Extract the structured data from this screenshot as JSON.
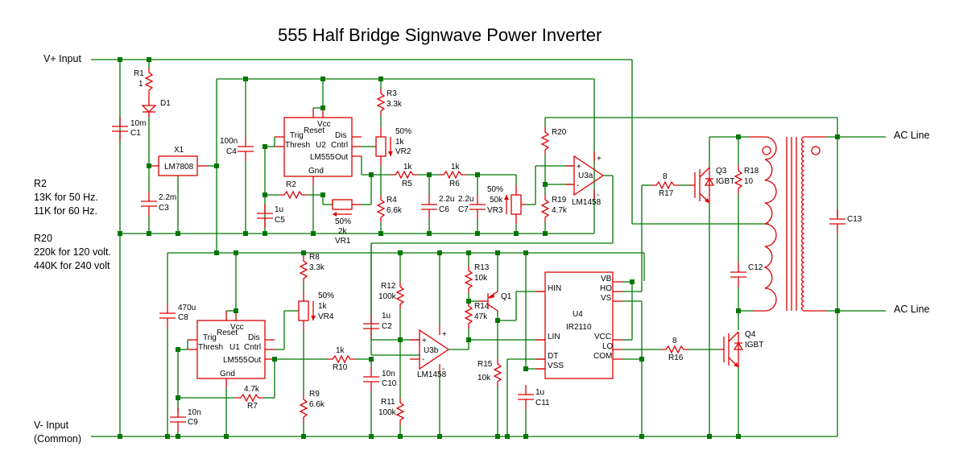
{
  "title": "555 Half Bridge Signwave Power Inverter",
  "terminals": {
    "vplus": "V+ Input",
    "vminus_1": "V- Input",
    "vminus_2": "(Common)",
    "ac_line_top": "AC Line",
    "ac_line_bottom": "AC Line"
  },
  "notes": {
    "r2_title": "R2",
    "r2_line1": "13K for 50 Hz.",
    "r2_line2": "11K for 60 Hz.",
    "r20_title": "R20",
    "r20_line1": "220k for 120 volt.",
    "r20_line2": "440K for 240 volt"
  },
  "components": {
    "R1": {
      "ref": "R1",
      "value": "1"
    },
    "D1": {
      "ref": "D1"
    },
    "C1": {
      "ref": "C1",
      "value": "10m"
    },
    "X1": {
      "ref": "X1",
      "value": "LM7808"
    },
    "C3": {
      "ref": "C3",
      "value": "2.2m"
    },
    "C4": {
      "ref": "C4",
      "value": "100n"
    },
    "U2": {
      "ref": "U2",
      "value": "LM555",
      "pins": {
        "vcc": "Vcc",
        "reset": "Reset",
        "trig": "Trig",
        "thresh": "Thresh",
        "dis": "Dis",
        "cntrl": "Cntrl",
        "out": "Out",
        "gnd": "Gnd"
      }
    },
    "R2": {
      "ref": "R2"
    },
    "C5": {
      "ref": "C5",
      "value": "1u"
    },
    "VR1": {
      "ref": "VR1",
      "value": "2k",
      "setting": "50%"
    },
    "R3": {
      "ref": "R3",
      "value": "3.3k"
    },
    "VR2": {
      "ref": "VR2",
      "value": "1k",
      "setting": "50%"
    },
    "R4": {
      "ref": "R4",
      "value": "6.6k"
    },
    "R5": {
      "ref": "R5",
      "value": "1k"
    },
    "R6": {
      "ref": "R6",
      "value": "1k"
    },
    "C6": {
      "ref": "C6",
      "value": "2.2u"
    },
    "C7": {
      "ref": "C7",
      "value": "2.2u"
    },
    "VR3": {
      "ref": "VR3",
      "value": "50k",
      "setting": "50%"
    },
    "R20": {
      "ref": "R20"
    },
    "R19": {
      "ref": "R19",
      "value": "4.7k"
    },
    "U3a": {
      "ref": "U3a",
      "value": "LM1458"
    },
    "C8": {
      "ref": "C8",
      "value": "470u"
    },
    "U1": {
      "ref": "U1",
      "value": "LM555",
      "pins": {
        "vcc": "Vcc",
        "reset": "Reset",
        "trig": "Trig",
        "thresh": "Thresh",
        "dis": "Dis",
        "cntrl": "Cntrl",
        "out": "Out",
        "gnd": "Gnd"
      }
    },
    "R8": {
      "ref": "R8",
      "value": "3.3k"
    },
    "VR4": {
      "ref": "VR4",
      "value": "1k",
      "setting": "50%"
    },
    "R9": {
      "ref": "R9",
      "value": "6.6k"
    },
    "R7": {
      "ref": "R7",
      "value": "4.7k"
    },
    "C9": {
      "ref": "C9",
      "value": "10n"
    },
    "R10": {
      "ref": "R10",
      "value": "1k"
    },
    "R12": {
      "ref": "R12",
      "value": "100k"
    },
    "C2": {
      "ref": "C2",
      "value": "1u"
    },
    "C10": {
      "ref": "C10",
      "value": "10n"
    },
    "R11": {
      "ref": "R11",
      "value": "100k"
    },
    "U3b": {
      "ref": "U3b",
      "value": "LM1458"
    },
    "R13": {
      "ref": "R13",
      "value": "10k"
    },
    "R14": {
      "ref": "R14",
      "value": "47k"
    },
    "Q1": {
      "ref": "Q1"
    },
    "R15": {
      "ref": "R15",
      "value": "10k"
    },
    "C11": {
      "ref": "C11",
      "value": "1u"
    },
    "U4": {
      "ref": "U4",
      "value": "IR2110",
      "pins": {
        "hin": "HIN",
        "lin": "LIN",
        "dt": "DT",
        "vss": "VSS",
        "vb": "VB",
        "ho": "HO",
        "vs": "VS",
        "vcc": "VCC",
        "lo": "LO",
        "com": "COM"
      }
    },
    "R17": {
      "ref": "R17",
      "value": "8"
    },
    "R16": {
      "ref": "R16",
      "value": "8"
    },
    "Q3": {
      "ref": "Q3",
      "value": "IGBT"
    },
    "Q4": {
      "ref": "Q4",
      "value": "IGBT"
    },
    "R18": {
      "ref": "R18",
      "value": "10"
    },
    "C12": {
      "ref": "C12"
    },
    "C13": {
      "ref": "C13"
    }
  }
}
